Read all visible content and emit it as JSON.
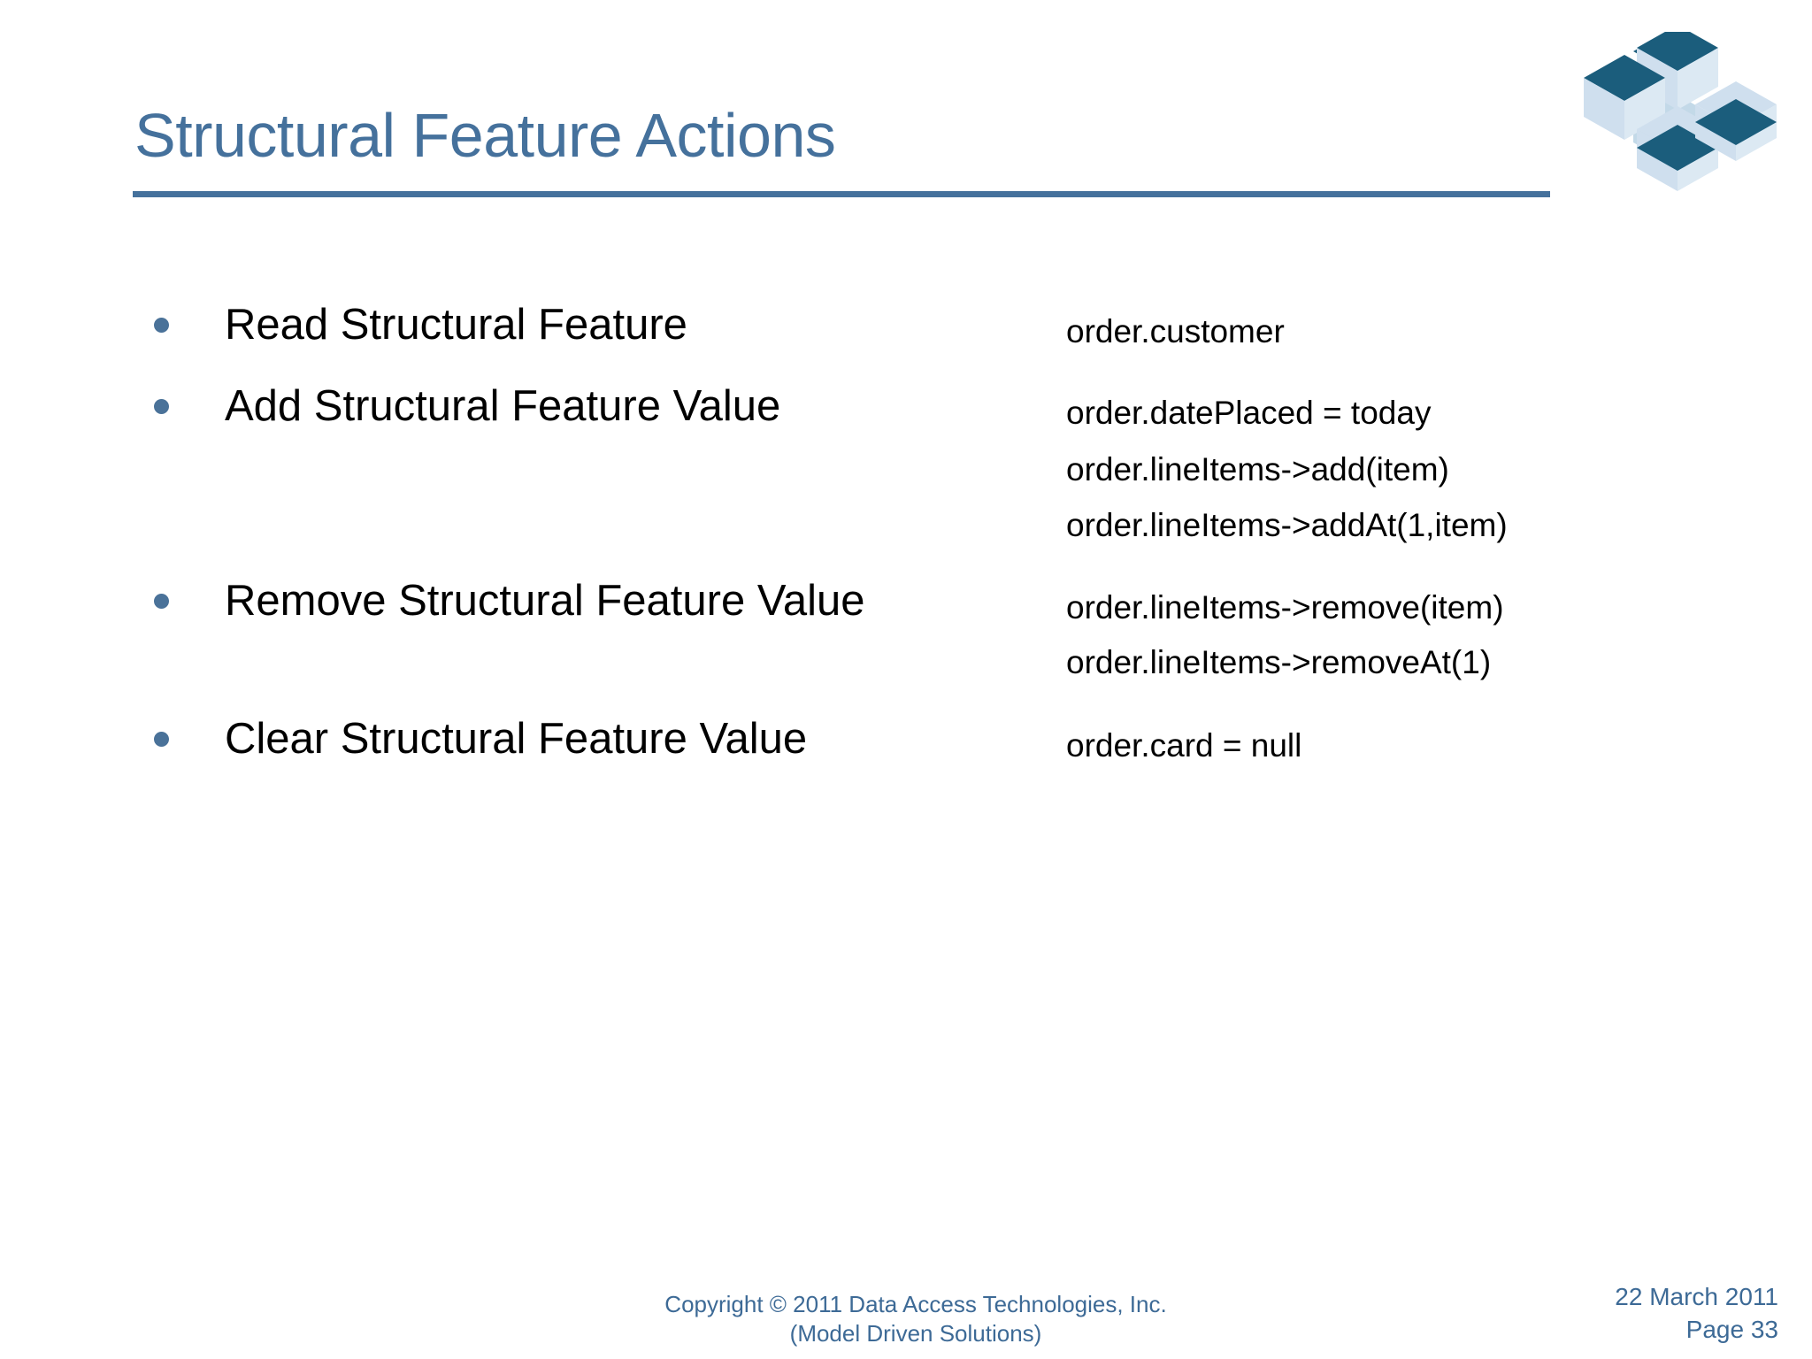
{
  "slide": {
    "title": "Structural Feature Actions",
    "accent_color": "#45719c",
    "bullet_color": "#4a7299",
    "text_color": "#000000",
    "background_color": "#ffffff",
    "logo_top_color": "#1b5d7c",
    "logo_side_color": "#c3d9e8"
  },
  "content": {
    "rows": [
      {
        "label": "Read Structural Feature",
        "code": [
          "order.customer"
        ]
      },
      {
        "label": "Add Structural Feature Value",
        "code": [
          "order.datePlaced = today",
          "order.lineItems->add(item)",
          "order.lineItems->addAt(1,item)"
        ]
      },
      {
        "label": "Remove Structural Feature Value",
        "code": [
          "order.lineItems->remove(item)",
          "order.lineItems->removeAt(1)"
        ]
      },
      {
        "label": "Clear Structural Feature Value",
        "code": [
          "order.card = null"
        ]
      }
    ]
  },
  "footer": {
    "copyright_line1": "Copyright © 2011 Data Access Technologies, Inc.",
    "copyright_line2": "(Model Driven Solutions)",
    "date": "22 March 2011",
    "page": "Page 33"
  }
}
